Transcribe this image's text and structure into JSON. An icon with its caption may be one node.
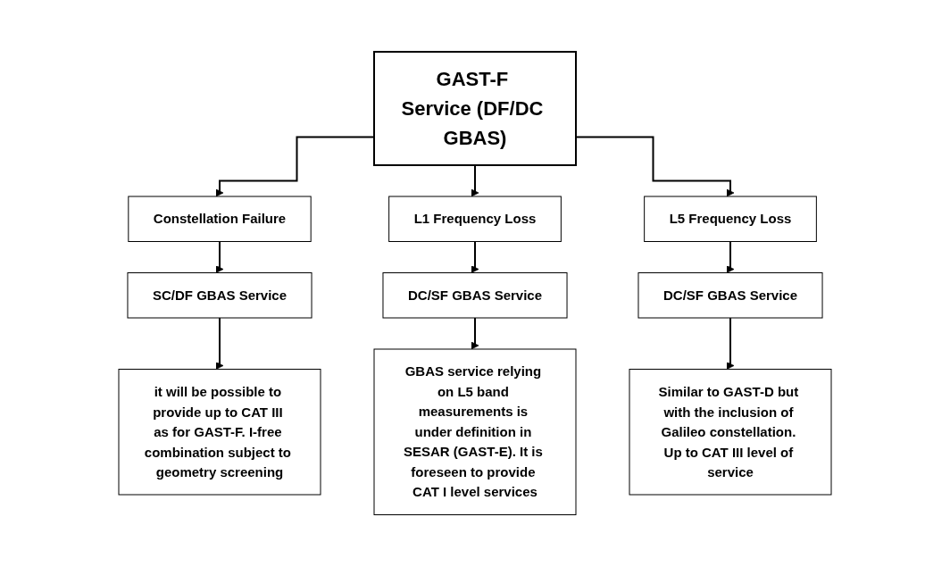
{
  "diagram": {
    "nodes": [
      {
        "text": [
          "GAST-F Service (DF/DC GBAS)"
        ]
      },
      {
        "text": [
          "Constellation Failure"
        ]
      },
      {
        "text": [
          "L1 Frequency Loss"
        ]
      },
      {
        "text": [
          "L5 Frequency Loss"
        ]
      },
      {
        "text": [
          "SC/DF GBAS Service"
        ]
      },
      {
        "text": [
          "DC/SF GBAS Service"
        ]
      },
      {
        "text": [
          "DC/SF GBAS Service"
        ]
      },
      {
        "text": [
          "it will be possible to provide up to CAT III as for GAST-F. I-free combination subject to geometry screening"
        ]
      },
      {
        "text": [
          "GBAS service relying on L5 band measurements is under definition in SESAR (GAST-E). It is foreseen to provide CAT I level services"
        ]
      },
      {
        "text": [
          "Similar to GAST-D but with the inclusion of Galileo constellation. Up to CAT III level of service"
        ]
      }
    ],
    "edges": [
      {
        "from": 0,
        "to": 1,
        "arrow": "to"
      },
      {
        "from": 0,
        "to": 2,
        "arrow": "to"
      },
      {
        "from": 0,
        "to": 3,
        "arrow": "to"
      },
      {
        "from": 1,
        "to": 4,
        "arrow": "to"
      },
      {
        "from": 2,
        "to": 5,
        "arrow": "to"
      },
      {
        "from": 3,
        "to": 6,
        "arrow": "to"
      },
      {
        "from": 4,
        "to": 7,
        "arrow": "to"
      },
      {
        "from": 5,
        "to": 8,
        "arrow": "to"
      },
      {
        "from": 6,
        "to": 9,
        "arrow": "to"
      }
    ]
  }
}
